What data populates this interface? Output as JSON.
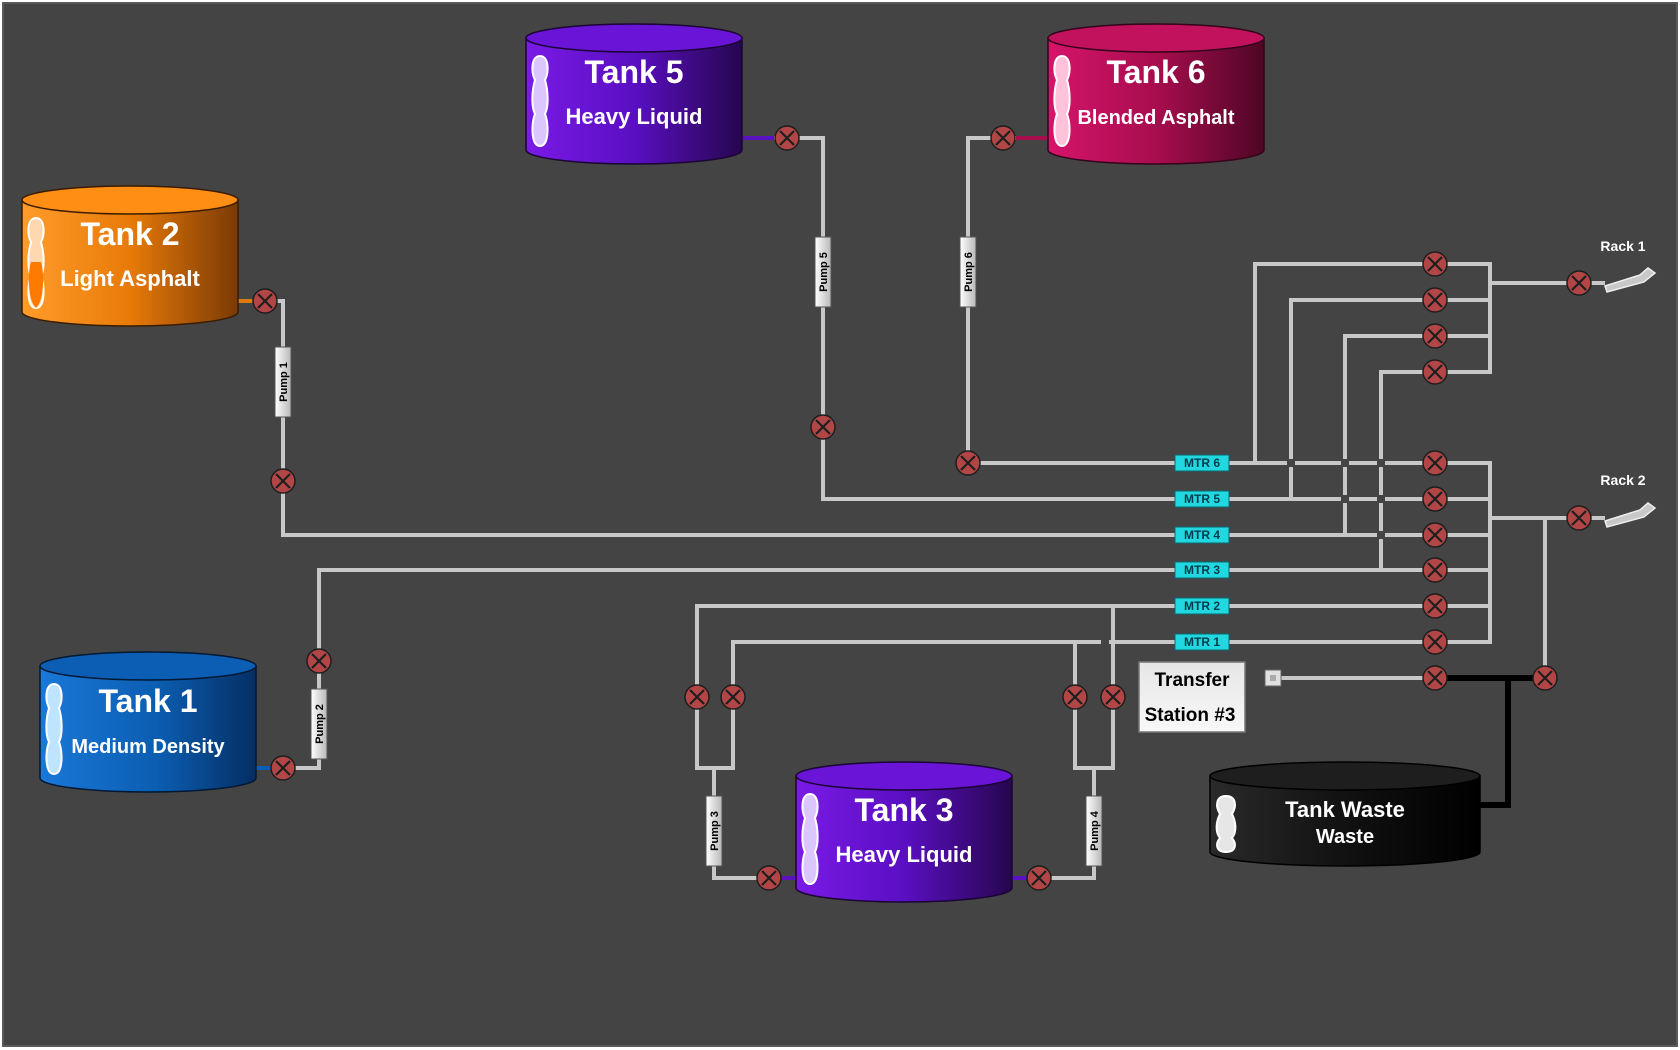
{
  "colors": {
    "background": "#444444",
    "frame": "#5a5a5a",
    "pipe": "#c8c8c8",
    "valve_fill": "#b24646",
    "mtr_fill": "#22d8e0",
    "waste_line": "#000000"
  },
  "tanks": {
    "tank1": {
      "title": "Tank 1",
      "product": "Medium Density",
      "color": "#0c5eb4"
    },
    "tank2": {
      "title": "Tank 2",
      "product": "Light Asphalt",
      "color": "#ff8a10"
    },
    "tank3": {
      "title": "Tank 3",
      "product": "Heavy Liquid",
      "color": "#6a12d8"
    },
    "tank5": {
      "title": "Tank 5",
      "product": "Heavy Liquid",
      "color": "#6a12d8"
    },
    "tank6": {
      "title": "Tank 6",
      "product": "Blended Asphalt",
      "color": "#c2125e"
    },
    "waste": {
      "title": "Tank Waste",
      "product": "Waste",
      "color": "#1a1a1a"
    }
  },
  "pumps": {
    "p1": "Pump 1",
    "p2": "Pump 2",
    "p3": "Pump 3",
    "p4": "Pump 4",
    "p5": "Pump 5",
    "p6": "Pump 6"
  },
  "meters": {
    "m6": "MTR 6",
    "m5": "MTR 5",
    "m4": "MTR 4",
    "m3": "MTR 3",
    "m2": "MTR 2",
    "m1": "MTR 1"
  },
  "racks": {
    "r1": "Rack 1",
    "r2": "Rack 2"
  },
  "transfer_station": {
    "line1": "Transfer",
    "line2": "Station #3"
  },
  "icons": {
    "valve": "closed-valve-icon",
    "level": "tank-level-icon",
    "loading_arm": "loading-arm-icon"
  }
}
